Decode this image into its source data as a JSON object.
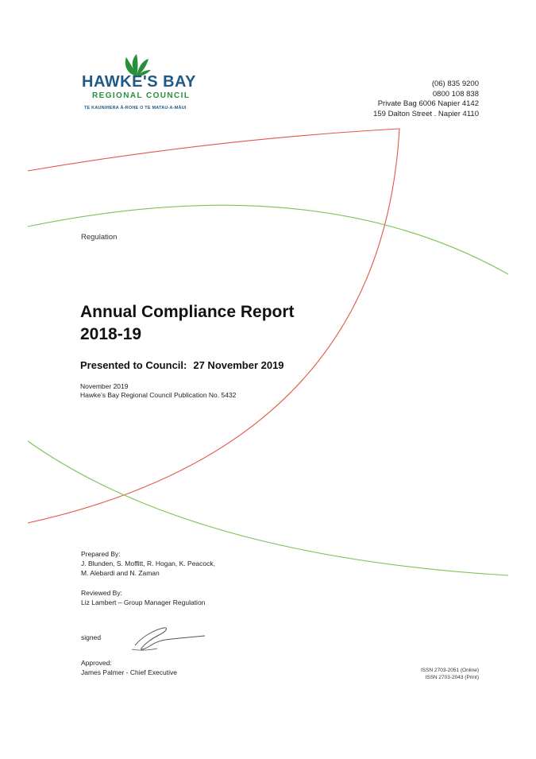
{
  "logo": {
    "name": "HAWKE'S BAY",
    "subtitle": "REGIONAL COUNCIL",
    "tagline": "TE KAUNIHERA Ā-ROHE O TE MATAU-A-MĀUI",
    "icon": "fern-leaf-icon",
    "colors": {
      "blue": "#1f5a86",
      "green": "#2a8f3a"
    }
  },
  "contact": {
    "phone": "(06) 835 9200",
    "freephone": "0800 108 838",
    "postal": "Private Bag 6006 Napier 4142",
    "street": "159 Dalton Street . Napier 4110"
  },
  "section_label": "Regulation",
  "report": {
    "title_line1": "Annual Compliance Report",
    "title_line2": "2018-19",
    "presented_label": "Presented to Council:",
    "presented_date": "27 November 2019",
    "date": "November 2019",
    "publication": "Hawke’s Bay Regional Council Publication No. 5432"
  },
  "prepared": {
    "label": "Prepared By:",
    "line1": "J. Blunden, S. Moffitt, R. Hogan, K. Peacock,",
    "line2": "M. Alebardi and N. Zaman"
  },
  "reviewed": {
    "label": "Reviewed By:",
    "name": "Liz Lambert – Group Manager Regulation"
  },
  "signed_label": "signed",
  "approved": {
    "label": "Approved:",
    "name": "James Palmer - Chief Executive"
  },
  "issn": {
    "online": "ISSN 2703-2051 (Online)",
    "print": "ISSN 2703-2043 (Print)"
  },
  "decoration_colors": {
    "red_curve": "#e0584a",
    "green_curve": "#7cc35a"
  }
}
